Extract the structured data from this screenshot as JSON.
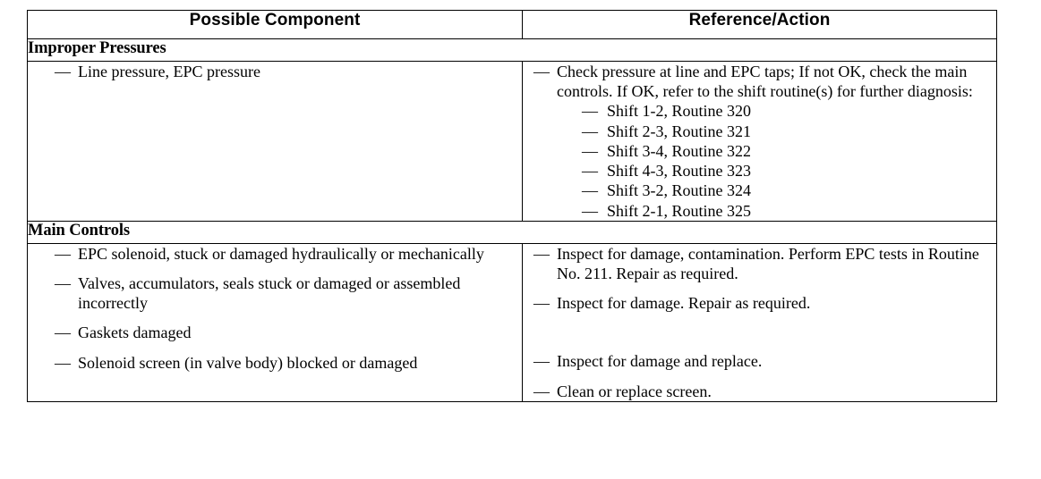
{
  "table": {
    "headers": {
      "component": "Possible Component",
      "reference": "Reference/Action"
    },
    "dash": "—",
    "sections": [
      {
        "title": "Improper Pressures",
        "rows": [
          {
            "component_items": [
              "Line pressure, EPC pressure"
            ],
            "action_intro": "Check pressure at line and EPC taps; If not OK, check the main controls. If OK, refer to the shift routine(s) for further diagnosis:",
            "action_routines": [
              "Shift 1-2, Routine 320",
              "Shift 2-3, Routine 321",
              "Shift 3-4, Routine 322",
              "Shift 4-3, Routine 323",
              "Shift 3-2, Routine 324",
              "Shift 2-1, Routine 325"
            ]
          }
        ]
      },
      {
        "title": "Main Controls",
        "rows": [
          {
            "component_items": [
              "EPC solenoid, stuck or damaged hydraulically or mechanically",
              "Valves, accumulators, seals stuck or damaged or assembled incorrectly",
              "Gaskets damaged",
              "Solenoid screen (in valve body) blocked or damaged"
            ],
            "action_items": [
              "Inspect for damage, contamination. Perform EPC tests in Routine No. 211. Repair as required.",
              "Inspect for damage. Repair as required.",
              "Inspect for damage and replace.",
              "Clean or replace screen."
            ]
          }
        ]
      }
    ]
  }
}
